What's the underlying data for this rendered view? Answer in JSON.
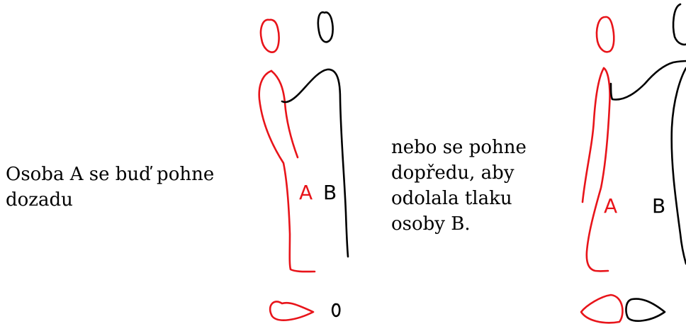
{
  "captions": {
    "left_line1": "Osoba A se buď pohne",
    "left_line2": "dozadu",
    "middle_line1": "nebo se pohne",
    "middle_line2": "dopředu, aby",
    "middle_line3": "odolala tlaku",
    "middle_line4": "osoby B."
  },
  "figures": {
    "person_a_label": "A",
    "person_b_label": "B"
  },
  "colors": {
    "person_a": "#e8141a",
    "person_b": "#000000"
  }
}
